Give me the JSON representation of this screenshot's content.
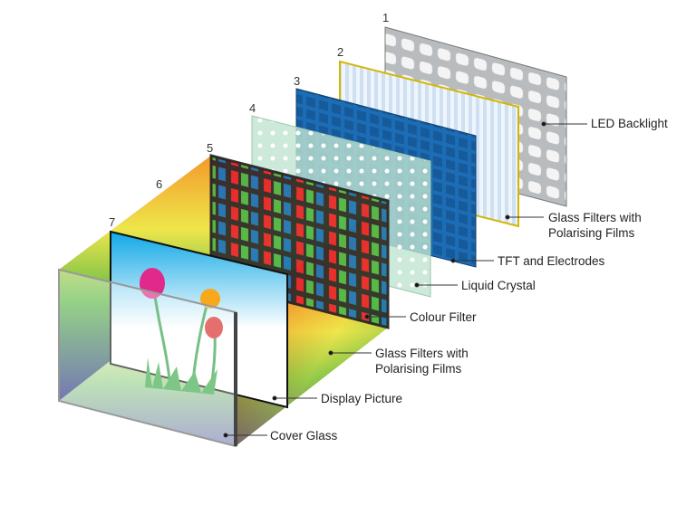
{
  "numbers": [
    "1",
    "2",
    "3",
    "4",
    "5",
    "6",
    "7"
  ],
  "labels": {
    "led_backlight": "LED Backlight",
    "glass_filters_back_1": "Glass Filters with",
    "glass_filters_back_2": "Polarising Films",
    "tft": "TFT and Electrodes",
    "liquid_crystal": "Liquid Crystal",
    "colour_filter": "Colour Filter",
    "glass_filters_front_1": "Glass Filters with",
    "glass_filters_front_2": "Polarising Films",
    "display_picture": "Display Picture",
    "cover_glass": "Cover Glass"
  },
  "colors": {
    "tft_blue": "#1f6fb8",
    "led_grey": "#c9cbcd",
    "filter_frame": "#2b2b2b",
    "liquid_green": "#bfe3cf"
  }
}
